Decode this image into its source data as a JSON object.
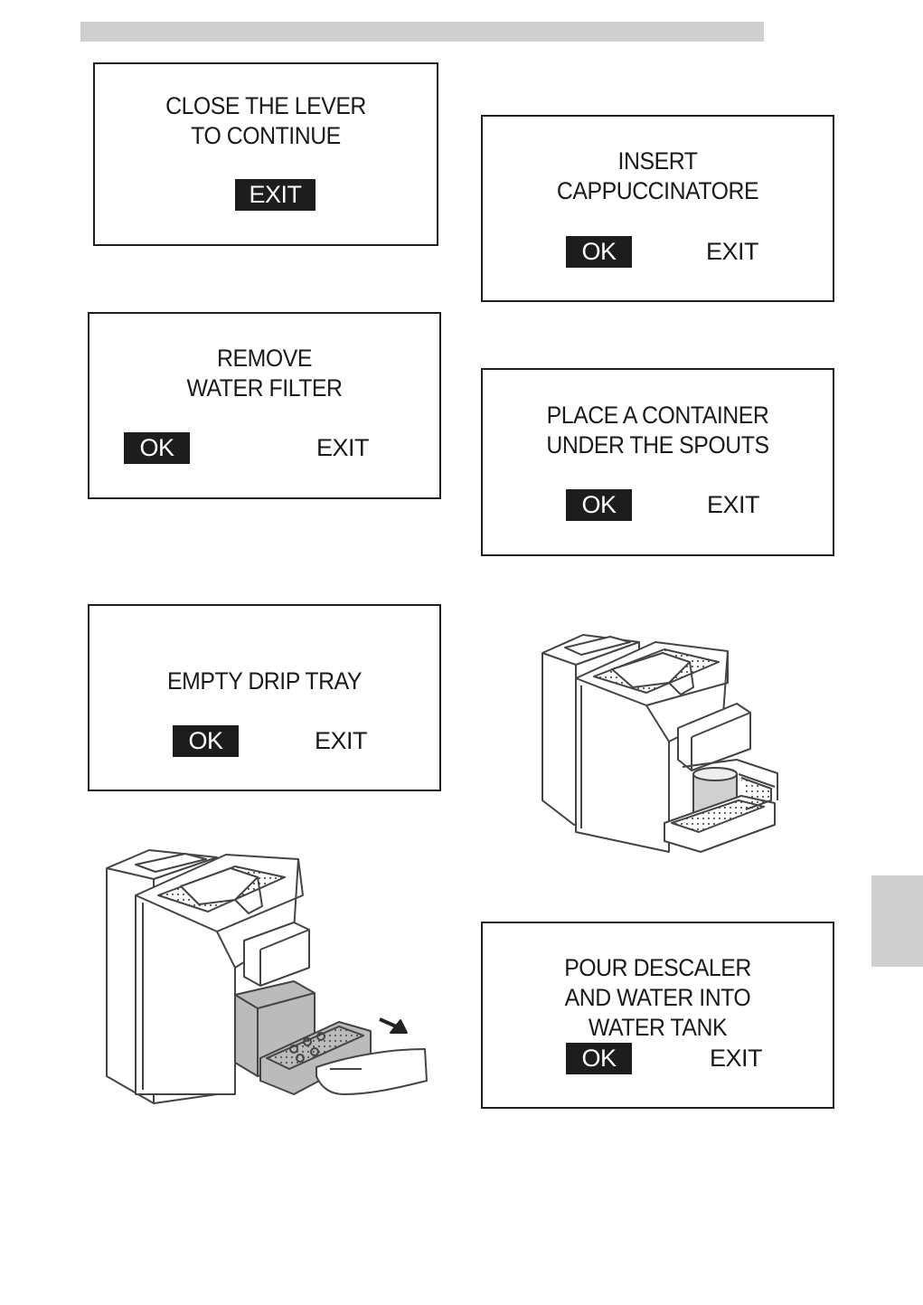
{
  "screens": {
    "close_lever": {
      "line1": "CLOSE THE LEVER",
      "line2": "TO CONTINUE",
      "exit": "EXIT"
    },
    "insert_cappuccinatore": {
      "line1": "INSERT",
      "line2": "CAPPUCCINATORE",
      "ok": "OK",
      "exit": "EXIT"
    },
    "remove_filter": {
      "line1": "REMOVE",
      "line2": "WATER FILTER",
      "ok": "OK",
      "exit": "EXIT"
    },
    "place_container": {
      "line1": "PLACE A CONTAINER",
      "line2": "UNDER THE SPOUTS",
      "ok": "OK",
      "exit": "EXIT"
    },
    "empty_drip_tray": {
      "line1": "EMPTY DRIP TRAY",
      "ok": "OK",
      "exit": "EXIT"
    },
    "pour_descaler": {
      "line1": "POUR DESCALER",
      "line2": "AND WATER INTO",
      "line3": "WATER TANK",
      "ok": "OK",
      "exit": "EXIT"
    }
  },
  "illustrations": {
    "drip_tray": "coffee-machine-drip-tray-removal-illustration",
    "container": "coffee-machine-container-under-spouts-illustration"
  }
}
